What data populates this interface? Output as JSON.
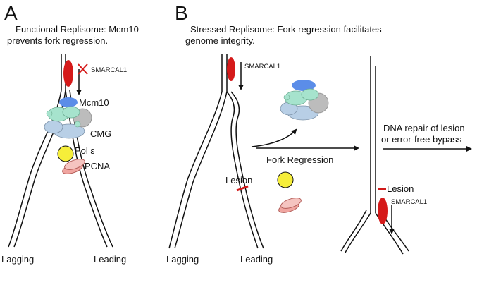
{
  "panel_a": {
    "letter": "A",
    "caption_line1": "Functional Replisome: Mcm10",
    "caption_line2": "prevents fork regression.",
    "labels": {
      "smarcal1": "SMARCAL1",
      "mcm10": "Mcm10",
      "cmg": "CMG",
      "pol_e": "Pol ε",
      "pcna": "PCNA",
      "lagging": "Lagging",
      "leading": "Leading"
    }
  },
  "panel_b": {
    "letter": "B",
    "caption_line1": "Stressed Replisome: Fork regression facilitates",
    "caption_line2": "genome integrity.",
    "labels": {
      "smarcal1_top": "SMARCAL1",
      "fork_regression": "Fork Regression",
      "lesion_left": "Lesion",
      "lagging": "Lagging",
      "leading": "Leading",
      "repair_line1": "DNA repair of lesion",
      "repair_line2": "or error-free bypass",
      "lesion_right": "Lesion",
      "smarcal1_right": "SMARCAL1"
    }
  },
  "colors": {
    "smarcal1": "#d51a1a",
    "mcm10": "#5b8de8",
    "pol_e": "#f6ee3a",
    "pcna": "#f0a5a0",
    "cmg_green": "#a6e3cd",
    "cmg_blue": "#b8cfe6",
    "cmg_gray": "#bcbcbc",
    "lesion": "#d11a1a",
    "dna": "#111111"
  }
}
